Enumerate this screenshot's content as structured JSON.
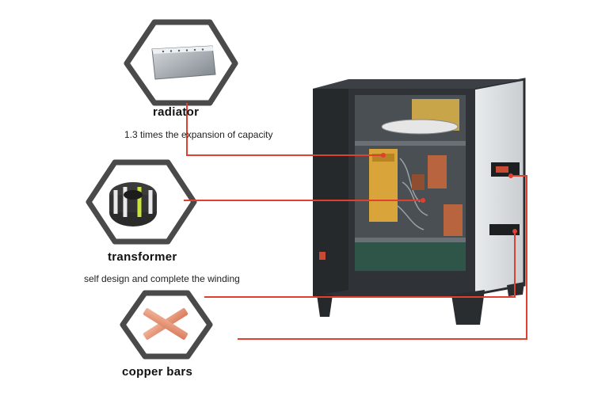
{
  "callouts": {
    "radiator": {
      "title": "radiator",
      "caption": "1.3 times the expansion of capacity"
    },
    "transformer": {
      "title": "transformer",
      "caption": "self design and complete the winding"
    },
    "copper_bars": {
      "title": "copper bars"
    }
  },
  "colors": {
    "leader_line": "#e0412f",
    "hexagon_frame": "#4a4a4a",
    "cabinet": "#2f3236"
  }
}
